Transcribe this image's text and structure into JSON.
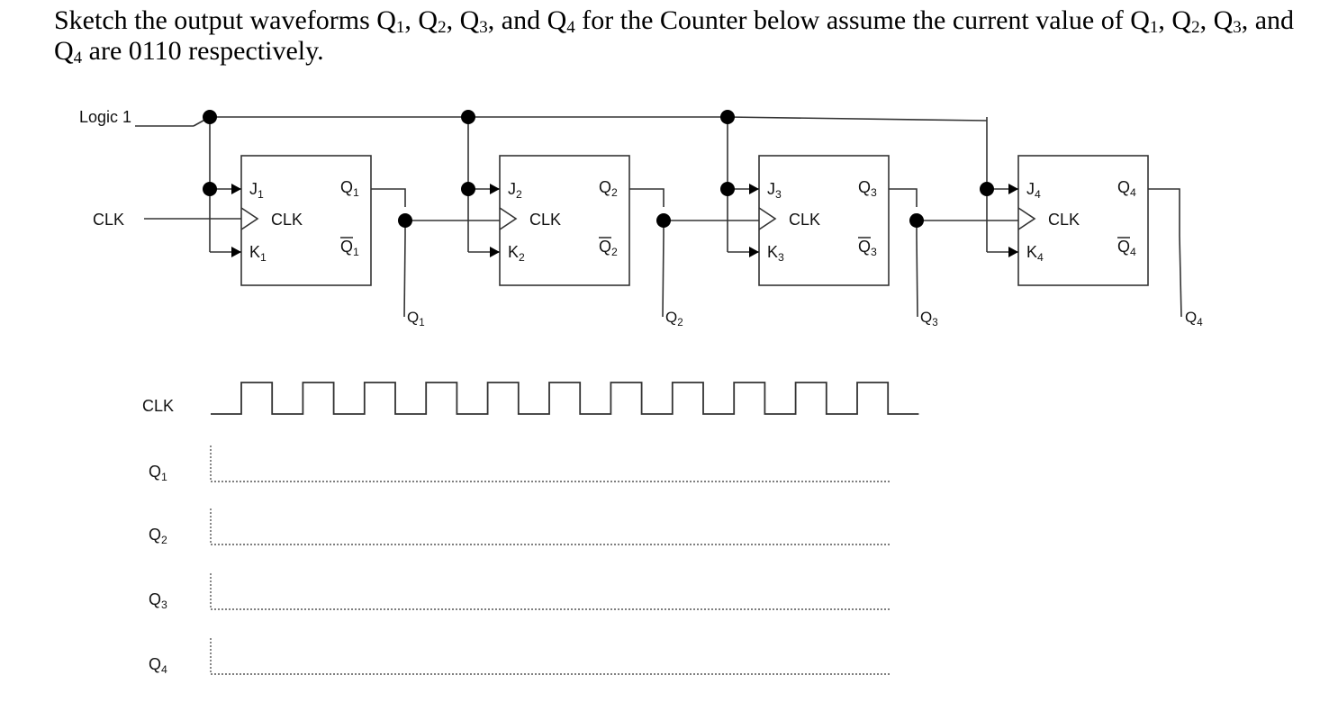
{
  "question": {
    "part1": "Sketch the output waveforms Q",
    "s1": "1",
    "part2": ", Q",
    "s2": "2",
    "part3": ", Q",
    "s3": "3",
    "part4": ", and Q",
    "s4": "4",
    "part5": " for the Counter below assume the current value of Q",
    "s5": "1",
    "part6": ", Q",
    "s6": "2",
    "part7": ", Q",
    "s7": "3",
    "part8": ", and Q",
    "s8": "4",
    "part9": " are 0110 respectively."
  },
  "circuit": {
    "logic_label": "Logic 1",
    "clk_label": "CLK",
    "flip_flops": [
      {
        "j": "J",
        "k": "K",
        "q": "Q",
        "qbar": "Q",
        "sub": "1",
        "clk": "CLK",
        "out": "Q"
      },
      {
        "j": "J",
        "k": "K",
        "q": "Q",
        "qbar": "Q",
        "sub": "2",
        "clk": "CLK",
        "out": "Q"
      },
      {
        "j": "J",
        "k": "K",
        "q": "Q",
        "qbar": "Q",
        "sub": "3",
        "clk": "CLK",
        "out": "Q"
      },
      {
        "j": "J",
        "k": "K",
        "q": "Q",
        "qbar": "Q",
        "sub": "4",
        "clk": "CLK",
        "out": "Q"
      }
    ]
  },
  "timing": {
    "clk_label": "CLK",
    "clk_pulses": 11,
    "rows": [
      {
        "name": "Q",
        "sub": "1"
      },
      {
        "name": "Q",
        "sub": "2"
      },
      {
        "name": "Q",
        "sub": "3"
      },
      {
        "name": "Q",
        "sub": "4"
      }
    ]
  }
}
